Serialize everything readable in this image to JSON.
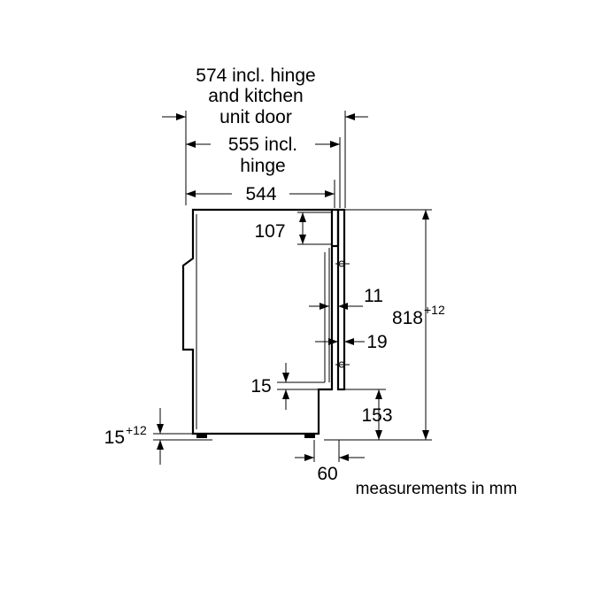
{
  "title": "",
  "unit_note": "measurements in mm",
  "dimensions": {
    "width_hinge_door": {
      "lines": [
        "574 incl. hinge",
        "and kitchen",
        "unit door"
      ]
    },
    "width_hinge": {
      "lines": [
        "555 incl.",
        "hinge"
      ]
    },
    "width_body": {
      "label": "544"
    },
    "top_panel": {
      "label": "107"
    },
    "door_gap": {
      "label": "11"
    },
    "door_thickness": {
      "label": "19"
    },
    "plinth_offset": {
      "label": "15"
    },
    "height": {
      "label": "818",
      "tolerance": "+12"
    },
    "door_bottom": {
      "label": "153"
    },
    "feet": {
      "label": "15",
      "tolerance": "+12"
    },
    "plinth_depth": {
      "label": "60"
    }
  }
}
